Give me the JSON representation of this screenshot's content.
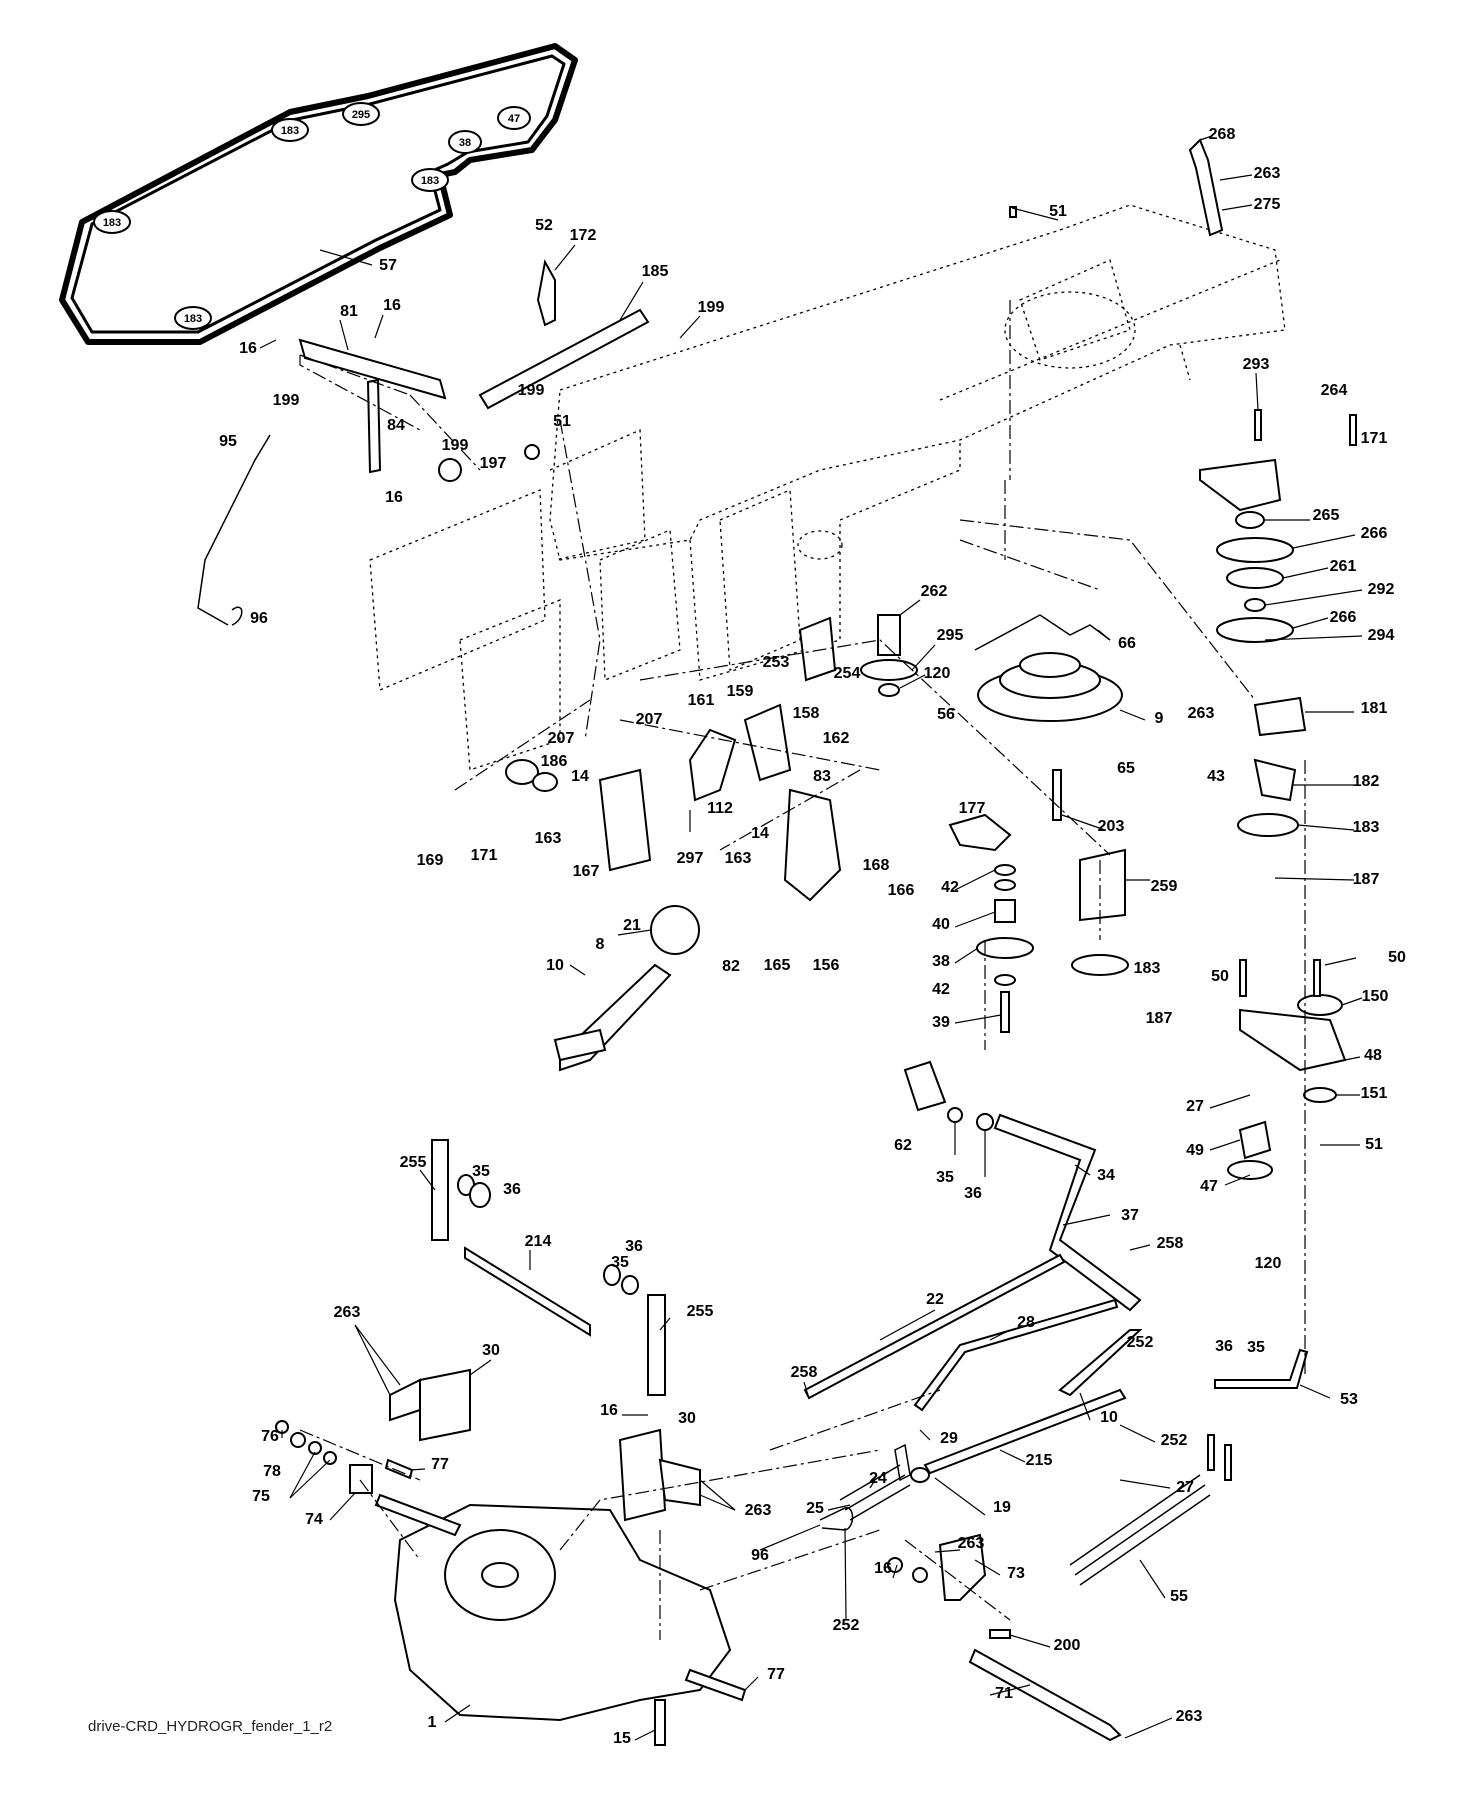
{
  "caption": "drive-CRD_HYDROGR_fender_1_r2",
  "belt_callouts": [
    "295",
    "47",
    "183",
    "38",
    "183",
    "183",
    "183"
  ],
  "callouts": [
    "57",
    "81",
    "16",
    "16",
    "52",
    "172",
    "185",
    "199",
    "199",
    "199",
    "84",
    "199",
    "51",
    "197",
    "16",
    "95",
    "96",
    "51",
    "268",
    "263",
    "275",
    "293",
    "264",
    "171",
    "265",
    "266",
    "261",
    "292",
    "266",
    "294",
    "262",
    "295",
    "120",
    "56",
    "253",
    "254",
    "66",
    "9",
    "263",
    "181",
    "65",
    "43",
    "182",
    "203",
    "183",
    "187",
    "161",
    "159",
    "158",
    "207",
    "162",
    "207",
    "186",
    "14",
    "169",
    "171",
    "163",
    "167",
    "112",
    "297",
    "14",
    "163",
    "83",
    "168",
    "166",
    "21",
    "82",
    "165",
    "156",
    "177",
    "42",
    "40",
    "38",
    "42",
    "39",
    "259",
    "183",
    "187",
    "50",
    "50",
    "150",
    "48",
    "27",
    "151",
    "10",
    "8",
    "62",
    "35",
    "36",
    "34",
    "49",
    "51",
    "47",
    "37",
    "120",
    "258",
    "255",
    "35",
    "36",
    "214",
    "36",
    "35",
    "255",
    "263",
    "30",
    "22",
    "28",
    "36",
    "35",
    "252",
    "53",
    "10",
    "252",
    "258",
    "29",
    "215",
    "27",
    "16",
    "30",
    "76",
    "78",
    "75",
    "77",
    "74",
    "263",
    "24",
    "25",
    "19",
    "96",
    "263",
    "73",
    "55",
    "16",
    "252",
    "200",
    "71",
    "77",
    "263",
    "1",
    "15"
  ]
}
